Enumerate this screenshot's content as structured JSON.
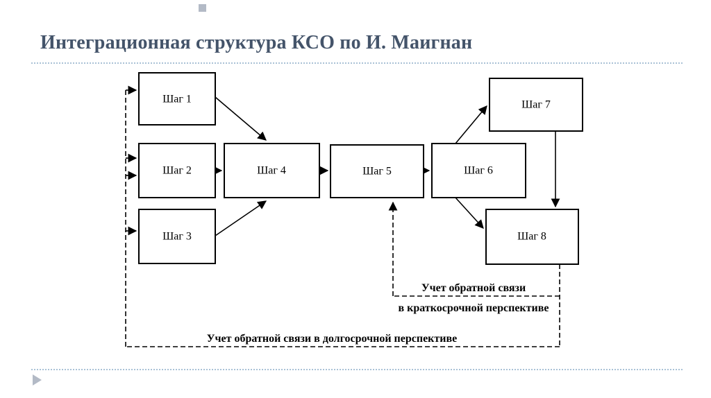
{
  "slide": {
    "title": "Интеграционная структура КСО по И. Маигнан"
  },
  "diagram": {
    "boxes": [
      {
        "label": "Шаг 1"
      },
      {
        "label": "Шаг 2"
      },
      {
        "label": "Шаг 3"
      },
      {
        "label": "Шаг 4"
      },
      {
        "label": "Шаг 5"
      },
      {
        "label": "Шаг 6"
      },
      {
        "label": "Шаг 7"
      },
      {
        "label": "Шаг 8"
      }
    ],
    "feedback_labels": {
      "short_term_line1": "Учет обратной связи",
      "short_term_line2": "в краткосрочной перспективе",
      "long_term": "Учет обратной связи в долгосрочной перспективе"
    }
  },
  "theme": {
    "title_color": "#44546a",
    "separator_color": "#a9c1d6",
    "decoration_color": "#b3bac6",
    "diagram_line_color": "#000000",
    "box_fill": "#ffffff"
  }
}
